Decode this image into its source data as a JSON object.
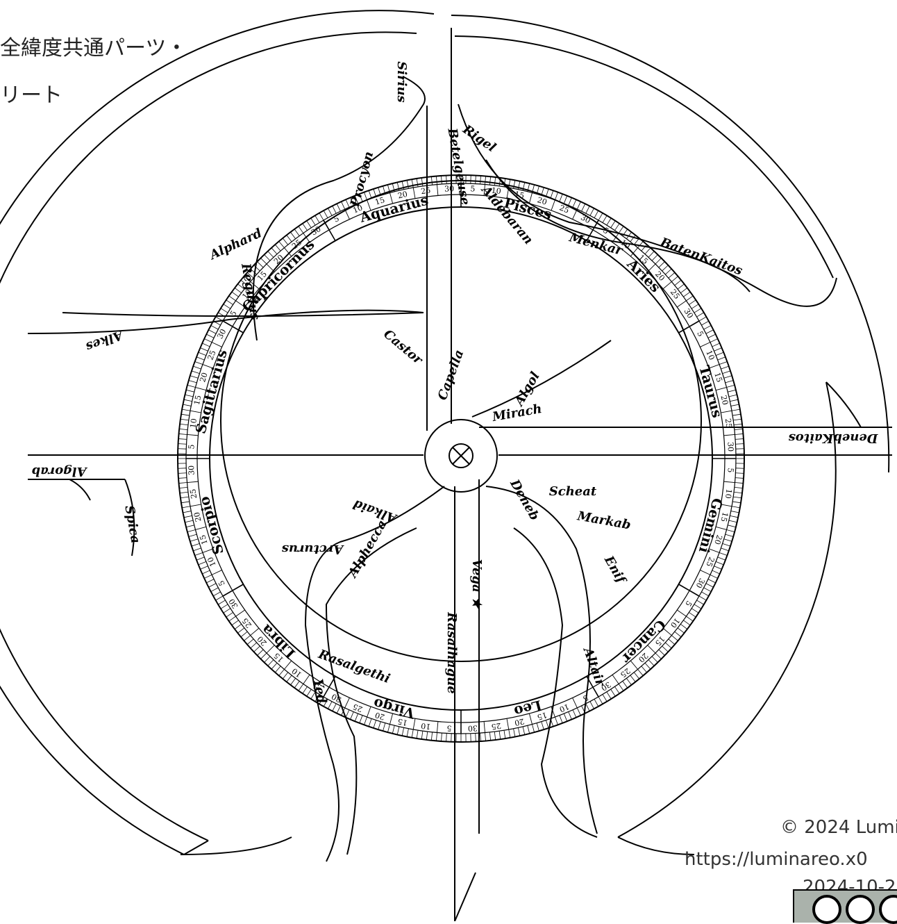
{
  "header": {
    "line1": "全緯度共通パーツ・",
    "line2": "リート"
  },
  "copyright": {
    "line1": "© 2024 Lumi",
    "line2": "https://luminareo.x0",
    "line3": "2024-10-2"
  },
  "license_badge": {
    "icon": "creative-commons-icon"
  },
  "center_mark": {
    "symbol": "⊗"
  },
  "zodiac": [
    "Aries",
    "Taurus",
    "Gemini",
    "Cancer",
    "Leo",
    "Virgo",
    "Libra",
    "Scorpio",
    "Sagittarius",
    "Capricornus",
    "Aquarius",
    "Pisces"
  ],
  "degree_labels": [
    "5",
    "10",
    "15",
    "20",
    "25",
    "30"
  ],
  "stars": [
    {
      "name": "Sirius"
    },
    {
      "name": "Procyon"
    },
    {
      "name": "Alphard"
    },
    {
      "name": "Regulus"
    },
    {
      "name": "Alkes"
    },
    {
      "name": "Rigel"
    },
    {
      "name": "Betelgeuse"
    },
    {
      "name": "Aldebaran"
    },
    {
      "name": "Menkar"
    },
    {
      "name": "BatenKaitos"
    },
    {
      "name": "DenebKaitos"
    },
    {
      "name": "Castor"
    },
    {
      "name": "Capella"
    },
    {
      "name": "Algol"
    },
    {
      "name": "Mirach"
    },
    {
      "name": "Algorab"
    },
    {
      "name": "Spica"
    },
    {
      "name": "Alkaid"
    },
    {
      "name": "Alphecca"
    },
    {
      "name": "Arcturus"
    },
    {
      "name": "Deneb"
    },
    {
      "name": "Scheat"
    },
    {
      "name": "Markab"
    },
    {
      "name": "Enif"
    },
    {
      "name": "Vega ★"
    },
    {
      "name": "Rasalhague"
    },
    {
      "name": "Altair"
    },
    {
      "name": "Rasalgethi"
    },
    {
      "name": "Yed"
    }
  ]
}
